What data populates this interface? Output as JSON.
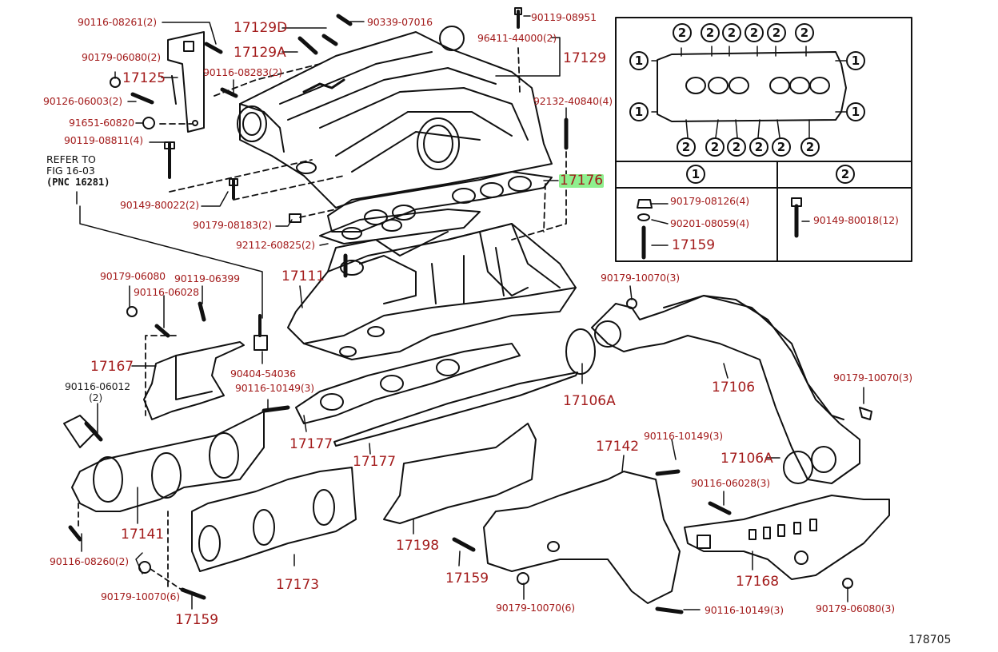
{
  "figure": {
    "figure_number": "178705",
    "note": {
      "line1": "REFER TO",
      "line2": "FIG 16-03",
      "line3": "(PNC 16281)"
    },
    "highlighted_part": "17176"
  },
  "labels": {
    "p90116_08261": "90116-08261(2)",
    "p17129D": "17129D",
    "p90339_07016": "90339-07016",
    "p90119_08951": "90119-08951",
    "p90179_06080_2": "90179-06080(2)",
    "p17129A": "17129A",
    "p96411_44000": "96411-44000(2)",
    "p17129": "17129",
    "p17125": "17125",
    "p90116_08283": "90116-08283(2)",
    "p90126_06003": "90126-06003(2)",
    "p92132_40840": "92132-40840(4)",
    "p91651_60820": "91651-60820",
    "p90119_08811": "90119-08811(4)",
    "p17176": "17176",
    "p90149_80022": "90149-80022(2)",
    "p90179_08183": "90179-08183(2)",
    "p92112_60825": "92112-60825(2)",
    "p90179_06080": "90179-06080",
    "p90119_06399": "90119-06399",
    "p90116_06028": "90116-06028",
    "p17111": "17111",
    "p90179_10070_3a": "90179-10070(3)",
    "p17167": "17167",
    "p90404_54036": "90404-54036",
    "p90116_06012": "90116-06012",
    "p90116_06012_qty": "(2)",
    "p90116_10149_3a": "90116-10149(3)",
    "p17106A_a": "17106A",
    "p17106": "17106",
    "p90179_10070_3b": "90179-10070(3)",
    "p17177_a": "17177",
    "p17177_b": "17177",
    "p17142": "17142",
    "p90116_10149_3b": "90116-10149(3)",
    "p17106A_b": "17106A",
    "p90116_06028_3": "90116-06028(3)",
    "p17141": "17141",
    "p90116_08260": "90116-08260(2)",
    "p17198": "17198",
    "p17173": "17173",
    "p17159_a": "17159",
    "p90179_10070_6a": "90179-10070(6)",
    "p90179_10070_6b": "90179-10070(6)",
    "p17159_b": "17159",
    "p17168": "17168",
    "p90116_10149_3c": "90116-10149(3)",
    "p90179_06080_3": "90179-06080(3)"
  },
  "inset": {
    "bolt_markers": {
      "one": "1",
      "two": "2"
    },
    "legend": {
      "col1_header": "1",
      "col2_header": "2",
      "col1_parts": [
        "90179-08126(4)",
        "90201-08059(4)",
        "17159"
      ],
      "col2_parts": [
        "90149-80018(12)"
      ]
    }
  }
}
